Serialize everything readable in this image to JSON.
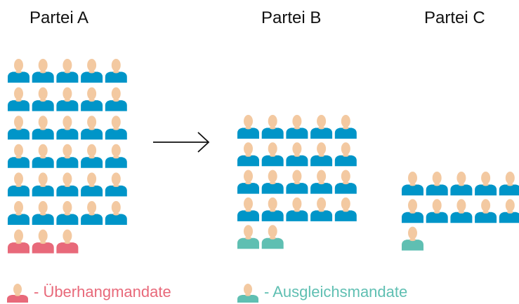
{
  "parties": [
    {
      "label": "Partei A",
      "regular": 30,
      "extra": 3,
      "extra_type": "ueberhang"
    },
    {
      "label": "Partei B",
      "regular": 20,
      "extra": 2,
      "extra_type": "ausgleich"
    },
    {
      "label": "Partei C",
      "regular": 10,
      "extra": 1,
      "extra_type": "ausgleich"
    }
  ],
  "legend": {
    "ueberhang": "- Überhangmandate",
    "ausgleich": "- Ausgleichsmandate"
  },
  "colors": {
    "regular": "#0095c8",
    "ueberhang": "#e8697a",
    "ausgleich": "#5fbfb2",
    "skin": "#f3c9a1",
    "arrow": "#111111"
  },
  "icons": {
    "person": "person-icon",
    "arrow": "arrow-right-icon"
  }
}
